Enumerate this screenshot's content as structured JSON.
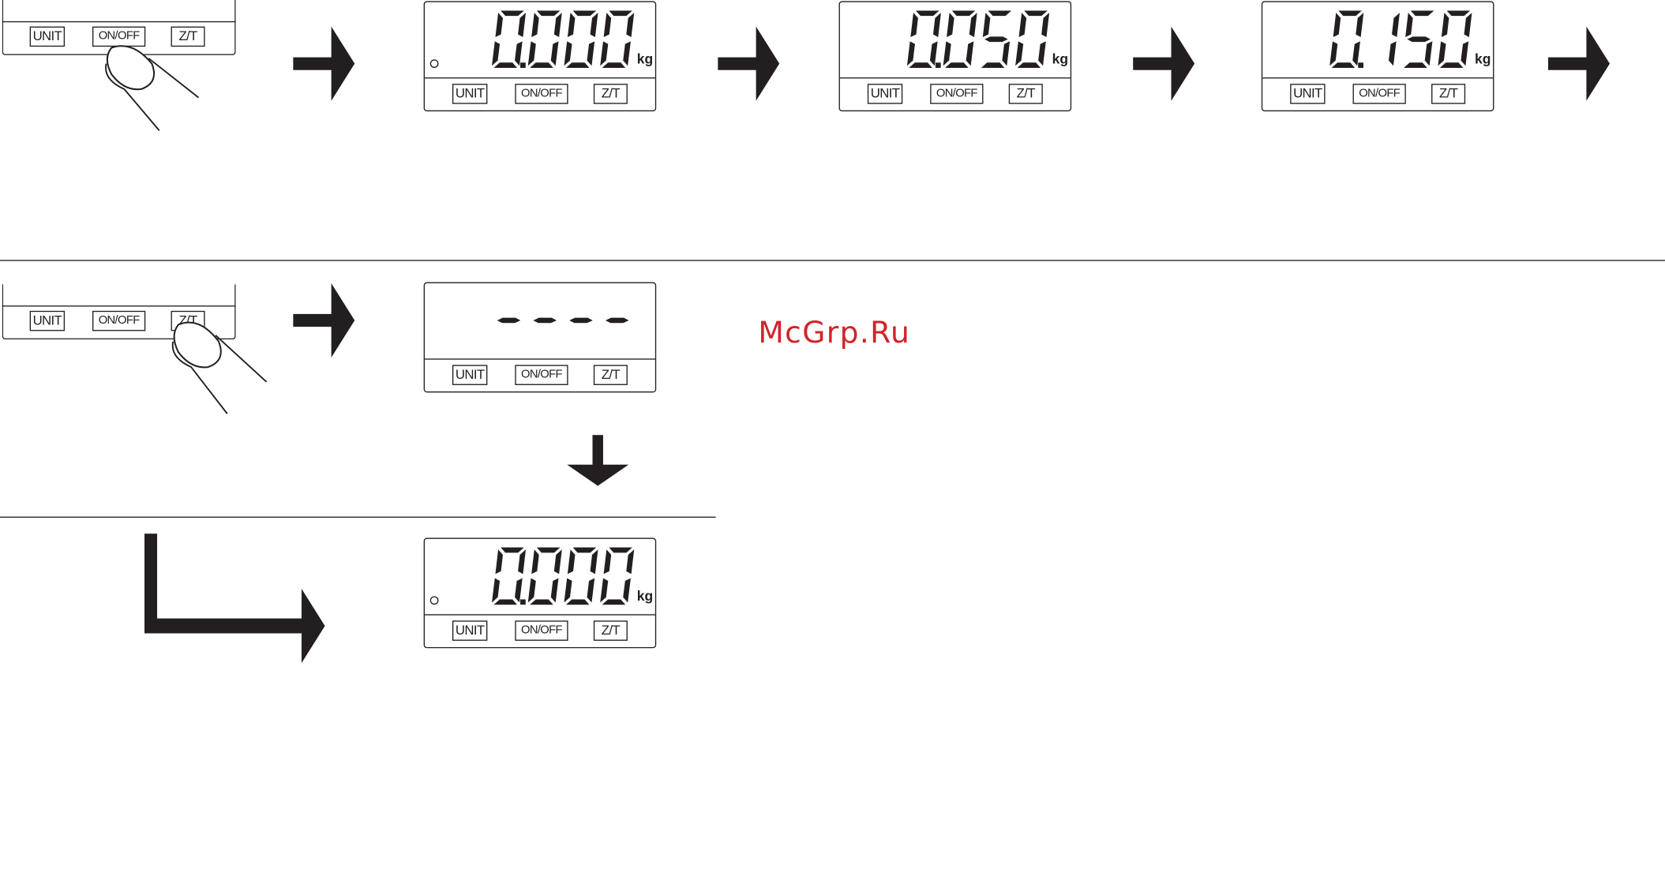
{
  "buttons": {
    "unit": "UNIT",
    "onoff": "ON/OFF",
    "zt": "Z/T"
  },
  "unit_symbol": "kg",
  "readings": {
    "step1": "0.000",
    "step2": "0.050",
    "step3": "0.150",
    "tare_busy": "- - - -",
    "final": "0.000"
  },
  "watermark": "McGrp.Ru",
  "colors": {
    "ink": "#231f20",
    "watermark": "#d2232a"
  },
  "icons": [
    "finger-press-icon",
    "arrow-right-icon",
    "arrow-down-icon",
    "elbow-arrow-icon",
    "indicator-dot-icon"
  ]
}
